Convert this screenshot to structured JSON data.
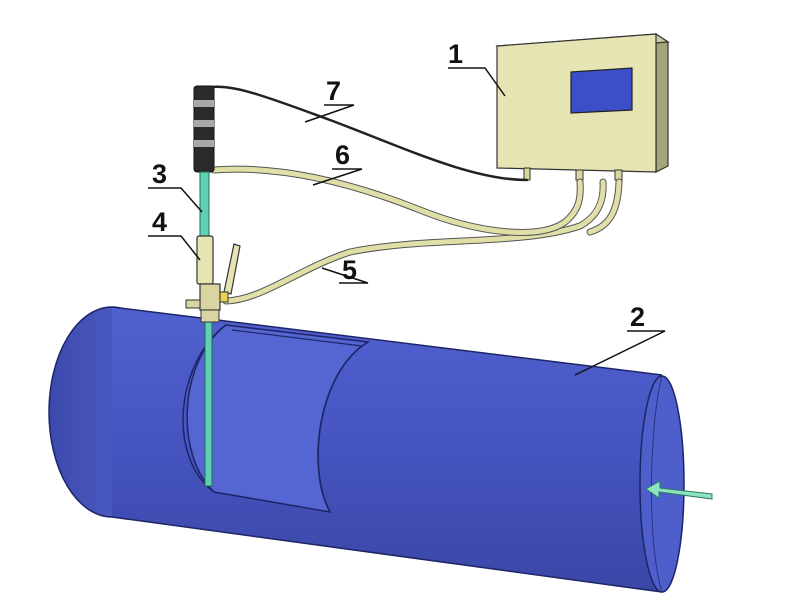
{
  "callouts": [
    {
      "id": "1",
      "label": "1"
    },
    {
      "id": "2",
      "label": "2"
    },
    {
      "id": "3",
      "label": "3"
    },
    {
      "id": "4",
      "label": "4"
    },
    {
      "id": "5",
      "label": "5"
    },
    {
      "id": "6",
      "label": "6"
    },
    {
      "id": "7",
      "label": "7"
    }
  ],
  "colors": {
    "pipe_body": "#4a57c2",
    "pipe_light": "#6070d6",
    "pipe_dark": "#2f3a90",
    "probe_rod": "#5fd0b0",
    "housing": "#e6e4b2",
    "screen": "#3b4fc8",
    "hose": "#e1dfa8",
    "cable": "#222222",
    "flow_arrow": "#8ee3c0"
  }
}
